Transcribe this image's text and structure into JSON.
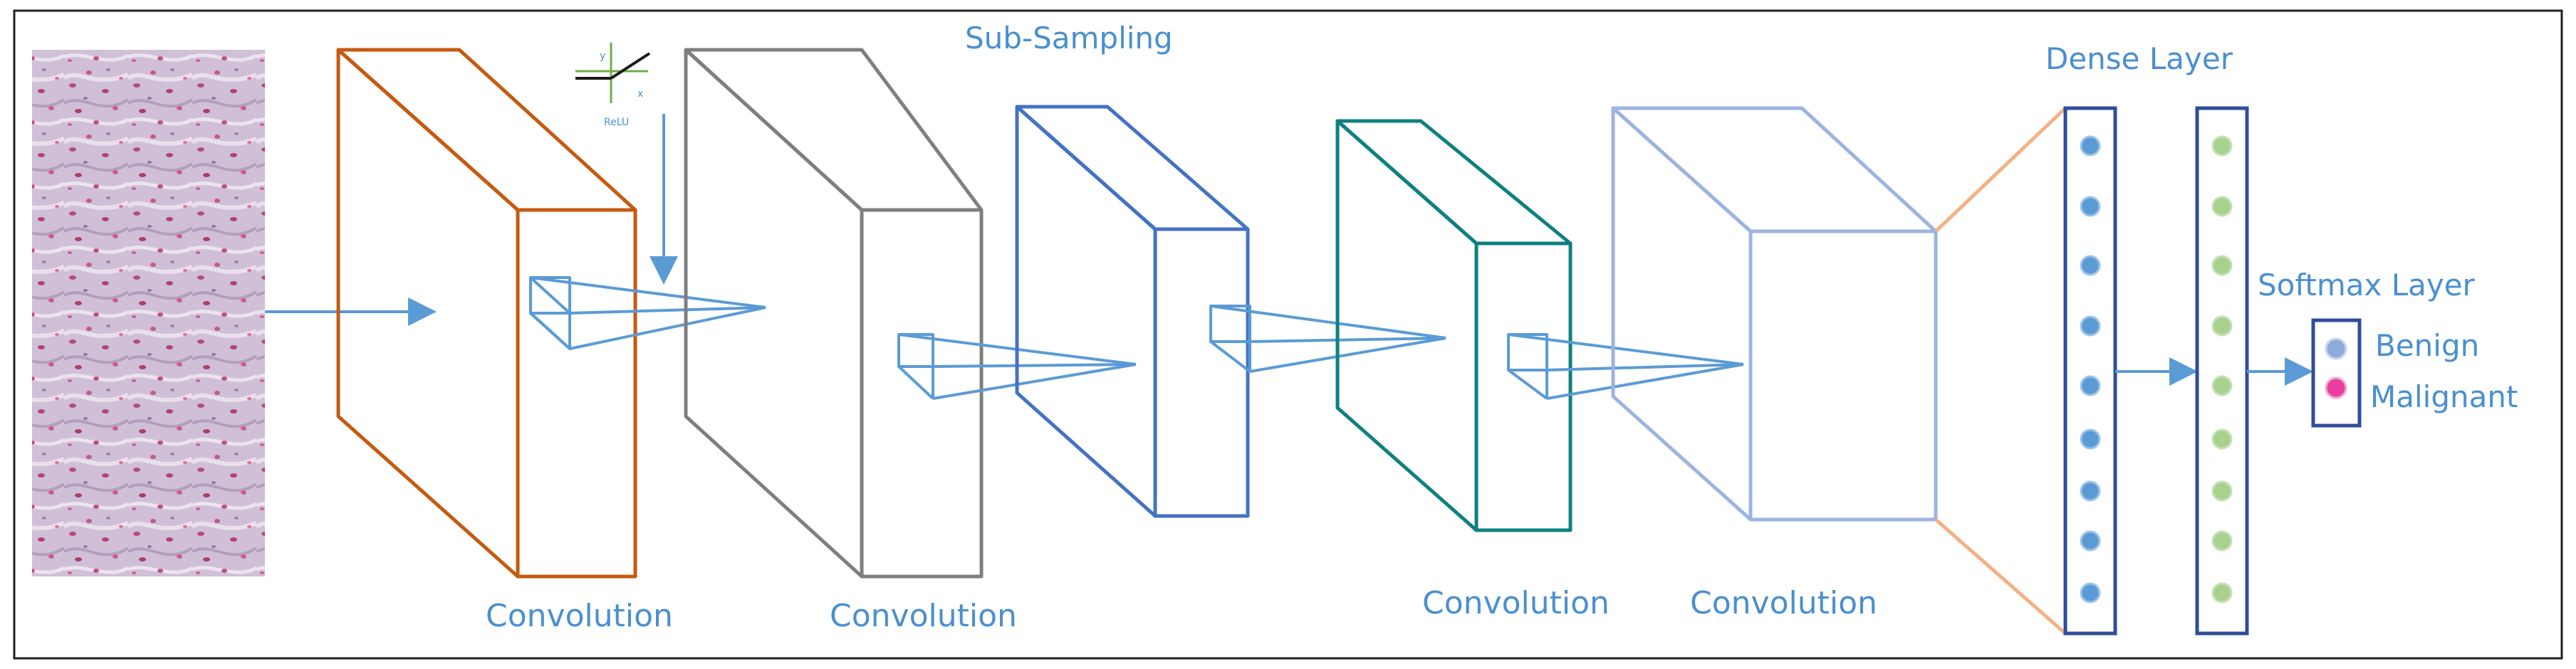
{
  "labels": {
    "sub_sampling": "Sub-Sampling",
    "dense_layer": "Dense Layer",
    "softmax_layer": "Softmax Layer",
    "convolution_1": "Convolution",
    "convolution_2": "Convolution",
    "convolution_3": "Convolution",
    "convolution_4": "Convolution",
    "benign": "Benign",
    "malignant": "Malignant",
    "relu": "ReLU",
    "relu_axis_y": "y",
    "relu_axis_x": "x"
  },
  "colors": {
    "block1": "#c55a11",
    "block2": "#7f7f7f",
    "block3": "#4472c4",
    "block4": "#0f8080",
    "block5": "#9db3e0",
    "dense_column": "#2f4d9a",
    "dense_node_blue": "#5b9bd5",
    "dense_node_green": "#a9d18e",
    "connector_orange": "#f4b183",
    "arrow": "#5b9bd5",
    "benign_node": "#8faadc",
    "malignant_node": "#e83e9f",
    "label_text": "#4a8fd0"
  }
}
